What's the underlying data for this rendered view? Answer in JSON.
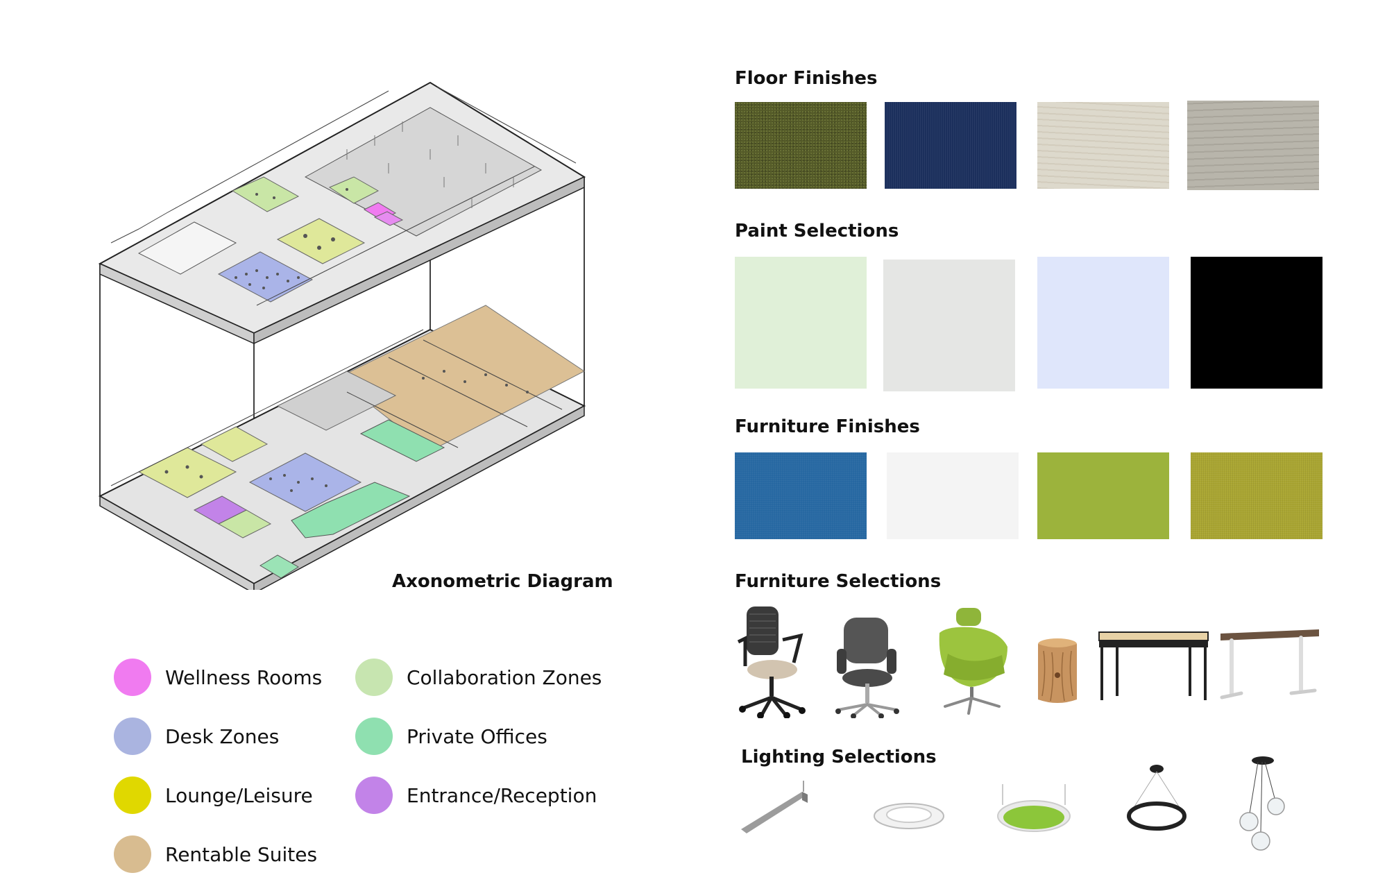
{
  "diagram": {
    "caption": "Axonometric Diagram"
  },
  "legend": [
    {
      "label": "Wellness Rooms",
      "color": "#f07bf0"
    },
    {
      "label": "Collaboration Zones",
      "color": "#c7e5b0"
    },
    {
      "label": "Desk Zones",
      "color": "#aab4e0"
    },
    {
      "label": "Private Offices",
      "color": "#8fe0b0"
    },
    {
      "label": "Lounge/Leisure",
      "color": "#e0d800"
    },
    {
      "label": "Entrance/Reception",
      "color": "#c283e8"
    },
    {
      "label": "Rentable Suites",
      "color": "#d8bc90"
    }
  ],
  "sections": {
    "floor_finishes": {
      "title": "Floor Finishes",
      "swatches": [
        {
          "color": "#545a28"
        },
        {
          "color": "#1b2f5c"
        },
        {
          "color": "#ddd9cc"
        },
        {
          "color": "#b8b5ab"
        }
      ]
    },
    "paint_selections": {
      "title": "Paint Selections",
      "swatches": [
        {
          "color": "#e0f0d8"
        },
        {
          "color": "#e5e6e4"
        },
        {
          "color": "#dfe6fb"
        },
        {
          "color": "#000000"
        }
      ]
    },
    "furniture_finishes": {
      "title": "Furniture Finishes",
      "swatches": [
        {
          "color": "#2365a0"
        },
        {
          "color": "#f4f4f4"
        },
        {
          "color": "#9cb33c"
        },
        {
          "color": "#aaa632"
        }
      ]
    },
    "furniture_selections": {
      "title": "Furniture Selections",
      "items": [
        {
          "icon": "mesh-task-chair-icon"
        },
        {
          "icon": "grey-office-chair-icon"
        },
        {
          "icon": "green-lounge-chair-icon"
        },
        {
          "icon": "wood-stump-table-icon"
        },
        {
          "icon": "black-desk-icon"
        },
        {
          "icon": "standing-desk-icon"
        }
      ]
    },
    "lighting_selections": {
      "title": "Lighting Selections",
      "items": [
        {
          "icon": "linear-pendant-light-icon"
        },
        {
          "icon": "recessed-downlight-icon"
        },
        {
          "icon": "moss-ring-pendant-icon"
        },
        {
          "icon": "ring-pendant-light-icon"
        },
        {
          "icon": "glass-cluster-pendant-icon"
        }
      ]
    }
  }
}
